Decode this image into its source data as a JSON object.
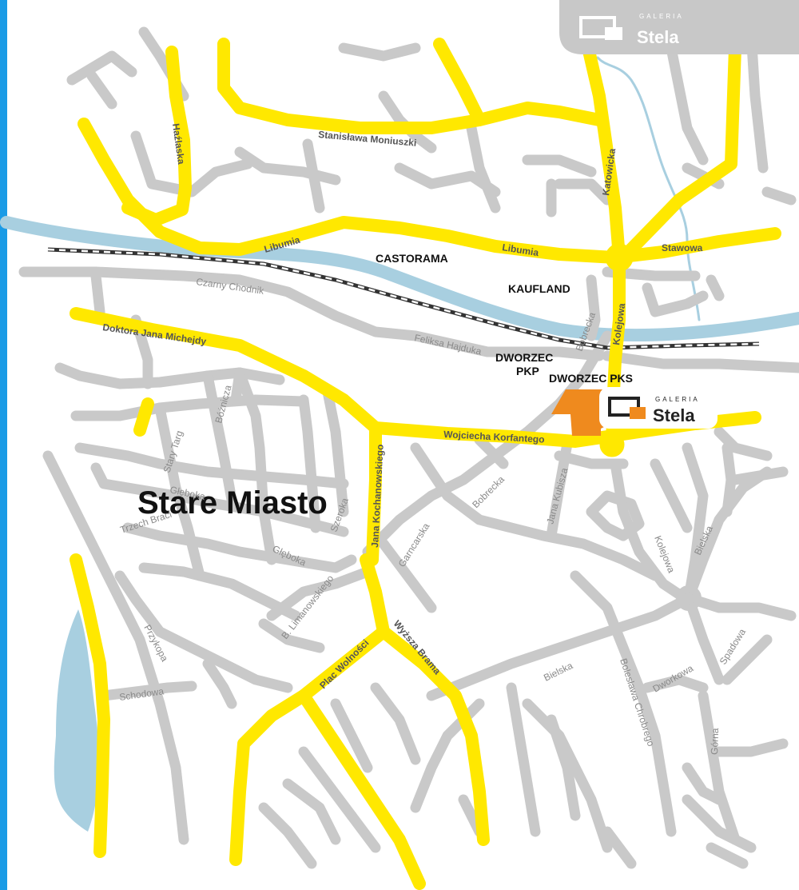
{
  "brand": {
    "logo_small": "GALERIA",
    "logo_big": "Stela",
    "accent_color": "#ef8a1e",
    "sidebar_color": "#1a9be6",
    "corner_color": "#c8c8c8"
  },
  "map": {
    "district": "Stare Miasto",
    "landmarks": {
      "castorama": "CASTORAMA",
      "kaufland": "KAUFLAND",
      "dworzec_pkp_1": "DWORZEC",
      "dworzec_pkp_2": "PKP",
      "dworzec_pks": "DWORZEC PKS"
    },
    "streets": {
      "moniuszki": "Stanisława Moniuszki",
      "hazlaska": "Haźlaska",
      "katowicka": "Katowicka",
      "libumia_1": "Libumia",
      "libumia_2": "Libumia",
      "stawowa": "Stawowa",
      "czarny_chodnik": "Czarny Chodnik",
      "michejdy": "Doktora Jana Michejdy",
      "hajduka": "Feliksa Hajduka",
      "kolejowa_1": "Kolejowa",
      "bobrecka_1": "Bobrecka",
      "korfantego": "Wojciecha Korfantego",
      "boznicza": "Bóżnicza",
      "stary_targ": "Stary Targ",
      "gleboka_1": "Głęboka",
      "trzech_braci": "Trzech Braci",
      "szeroka": "Szeroka",
      "kochanowskiego": "Jana Kochanowskiego",
      "bobrecka_2": "Bobrecka",
      "jana_kubisza": "Jana Kubisza",
      "gleboka_2": "Głęboka",
      "garncarska": "Garncarska",
      "limanowskiego": "B. Limanowskiego",
      "kolejowa_2": "Kolejowa",
      "bielska_1": "Bielska",
      "przykopa": "Przykopa",
      "wyzsza_brama": "Wyższa Brama",
      "plac_wolnosci": "Plac Wolności",
      "bielska_2": "Bielska",
      "chrobrego": "Bolesława Chrobrego",
      "dworkowa": "Dworkowa",
      "spadowa": "Spadowa",
      "schodowa": "Schodowa",
      "gorna": "Górna"
    }
  }
}
